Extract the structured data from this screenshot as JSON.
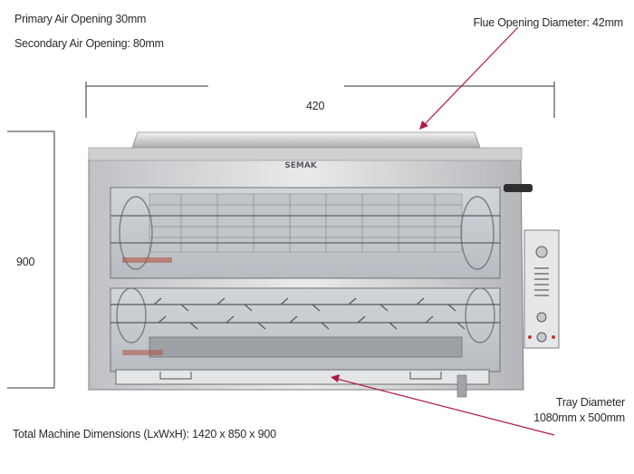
{
  "annotations": {
    "primary_air": "Primary Air Opening 30mm",
    "secondary_air": "Secondary Air Opening: 80mm",
    "flue": "Flue Opening Diameter: 42mm",
    "tray_line1": "Tray Diameter",
    "tray_line2": "1080mm x 500mm",
    "total": "Total Machine Dimensions (LxWxH): 1420 x 850 x 900"
  },
  "dimensions": {
    "width": "420",
    "height": "900"
  },
  "machine": {
    "brand": "SEMAK"
  },
  "colors": {
    "leader_line": "#b0184a",
    "steel": "#d9dadc",
    "dark_steel": "#8a8c90"
  }
}
